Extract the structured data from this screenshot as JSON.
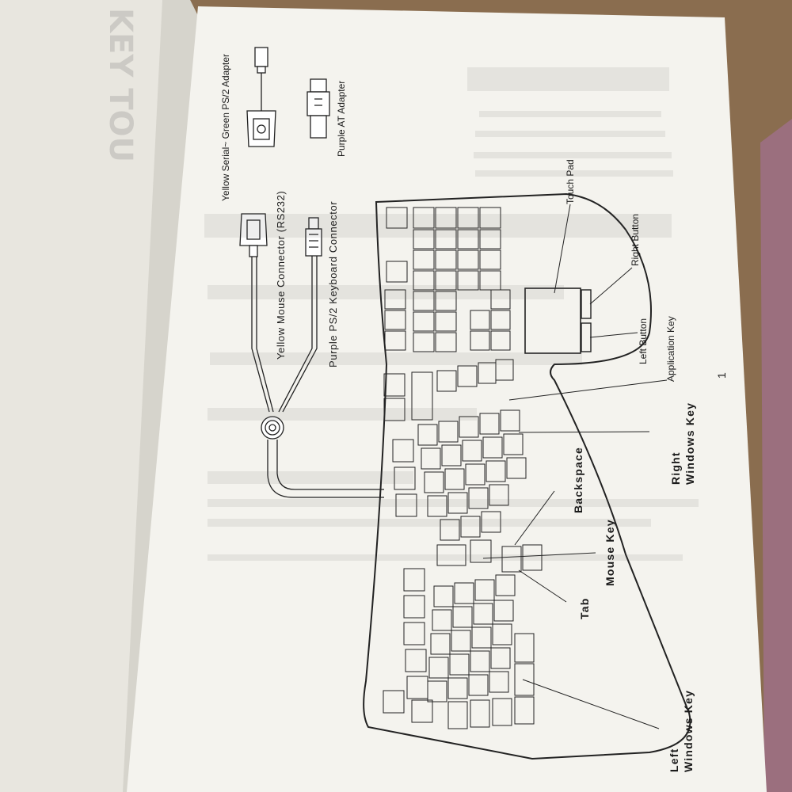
{
  "page_number": "1",
  "labels": {
    "green_adapter": "Yellow Serial~ Green PS/2 Adapter",
    "purple_at_adapter": "Purple AT Adapter",
    "mouse_connector": "Yellow Mouse Connector (RS232)",
    "keyboard_connector": "Purple PS/2 Keyboard Connector",
    "touch_pad": "Touch Pad",
    "right_button": "Right Button",
    "left_button": "Left Button",
    "application_key": "Application Key",
    "right_windows_key_line1": "Right",
    "right_windows_key_line2": "Windows Key",
    "backspace": "Backspace",
    "mouse_key": "Mouse Key",
    "tab": "Tab",
    "left_windows_key_line1": "Left",
    "left_windows_key_line2": "Windows Key"
  },
  "colors": {
    "desk": "#8a6d4f",
    "carpet": "#9b6f7e",
    "page": "#f4f3ee",
    "left_page": "#e9e7e0",
    "ink": "#1b1b1b"
  }
}
